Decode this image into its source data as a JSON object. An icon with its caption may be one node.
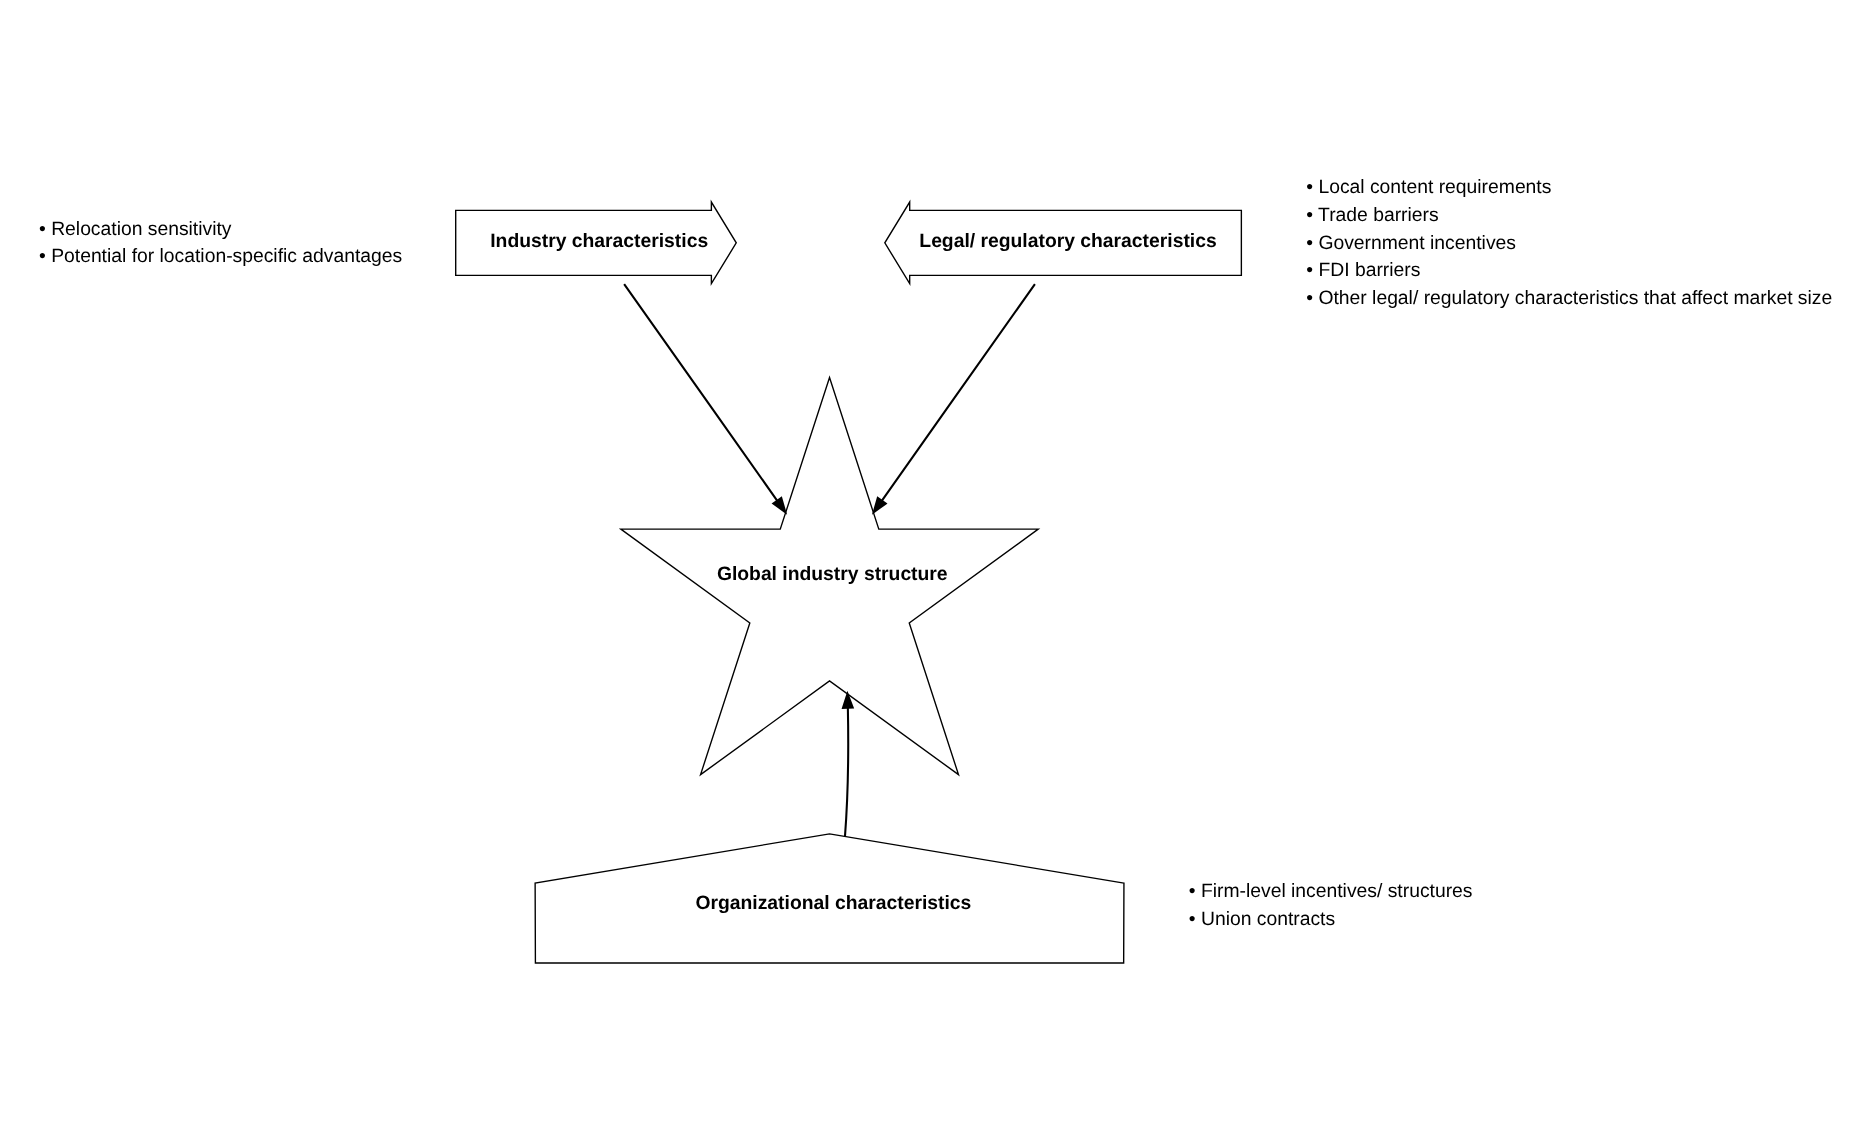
{
  "diagram": {
    "nodes": [
      {
        "text": [
          "Industry characteristics"
        ],
        "beside": [
          "• Relocation sensitivity",
          "• Potential for location-specific advantages"
        ]
      },
      {
        "text": [
          "Legal/ regulatory characteristics"
        ],
        "beside": [
          "• Local content requirements",
          "• Trade barriers",
          "• Government incentives",
          "• FDI barriers",
          "• Other legal/ regulatory characteristics that affect market size"
        ]
      },
      {
        "text": [
          "Global industry structure"
        ]
      },
      {
        "text": [
          "Organizational characteristics"
        ],
        "beside": [
          "• Firm-level incentives/ structures",
          "• Union contracts"
        ]
      }
    ],
    "edges": [
      {
        "from": 0,
        "to": 2,
        "arrow": "to"
      },
      {
        "from": 1,
        "to": 2,
        "arrow": "to"
      },
      {
        "from": 3,
        "to": 2,
        "arrow": "to"
      }
    ]
  }
}
